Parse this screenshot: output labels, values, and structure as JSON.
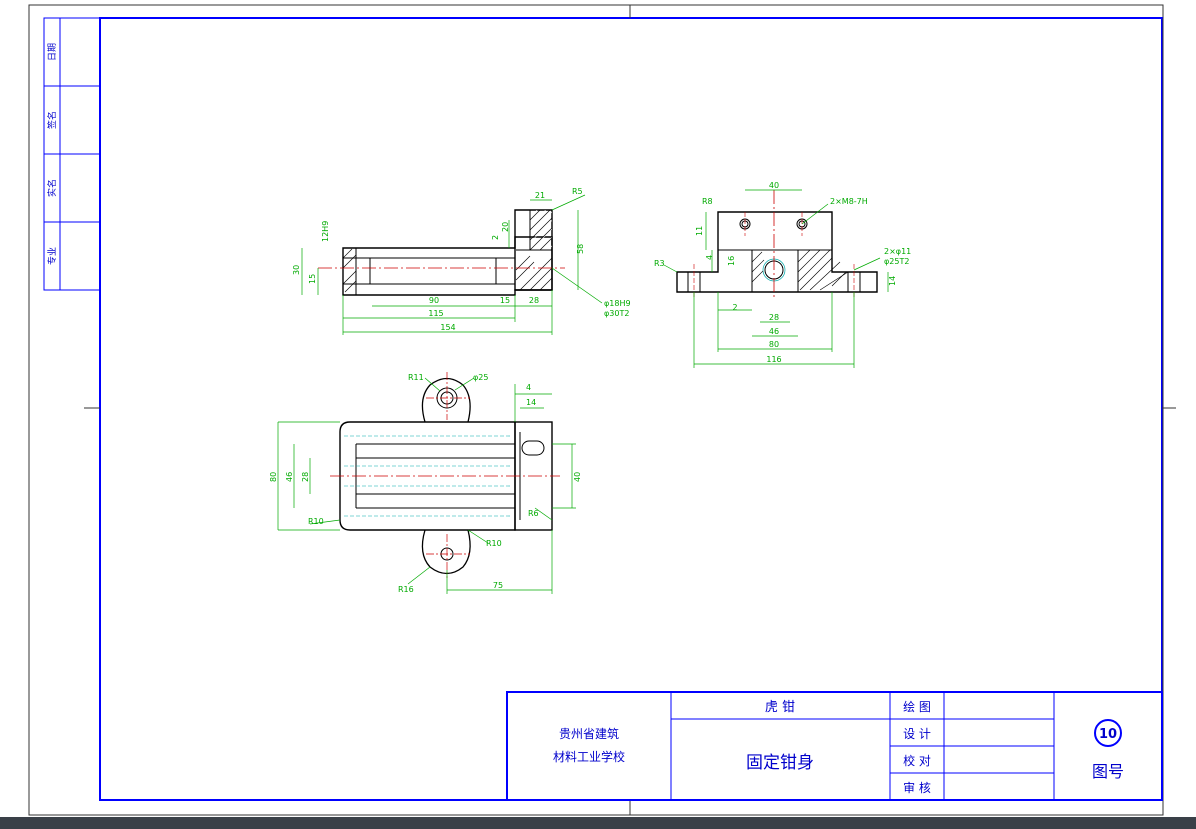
{
  "title_block": {
    "school_line1": "贵州省建筑",
    "school_line2": "材料工业学校",
    "assembly_name": "虎 钳",
    "part_name": "固定钳身",
    "role_draw": "绘 图",
    "role_design": "设 计",
    "role_check": "校 对",
    "role_review": "审 核",
    "sheet_number": "10",
    "sheet_label": "图号"
  },
  "side_strip": {
    "date": "日期",
    "sign": "签名",
    "name": "实名",
    "major": "专业"
  },
  "front_view": {
    "d21": "21",
    "r5": "R5",
    "h12": "12H9",
    "d2": "2",
    "d20": "20",
    "d58": "58",
    "d30": "30",
    "d15": "15",
    "d90": "90",
    "d15b": "15",
    "d28": "28",
    "d115": "115",
    "d154": "154",
    "fit1": "φ18H9",
    "fit2": "φ30T2"
  },
  "side_view": {
    "d40": "40",
    "r8": "R8",
    "thread": "2×M8-7H",
    "d11": "11",
    "r3": "R3",
    "d4": "4",
    "d16": "16",
    "holes": "2×φ11",
    "cbore": "φ25T2",
    "d14": "14",
    "d2": "2",
    "d28": "28",
    "d46": "46",
    "d80": "80",
    "d116": "116"
  },
  "top_view": {
    "r11": "R11",
    "d25": "φ25",
    "d4": "4",
    "d14": "14",
    "d80": "80",
    "d46": "46",
    "d28": "28",
    "d40": "40",
    "r10": "R10",
    "r6": "R6",
    "r10b": "R10",
    "r16": "R16",
    "d75": "75"
  }
}
